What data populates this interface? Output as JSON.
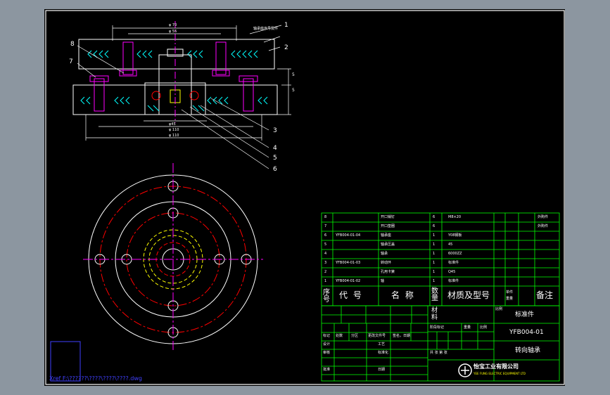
{
  "colors": {
    "background": "#8c96a0",
    "sheet": "#000000",
    "border": "#ffffff",
    "table_lines": "#00ff00",
    "outline": "#ffffff",
    "center_lines": "#ff00ff",
    "hidden_lines": "#ff0000",
    "bearing": "#ffff00",
    "hatch": "#00ffff",
    "table_text": "#ffffff",
    "xref_text": "#4040ff"
  },
  "section_view": {
    "callouts": [
      "1",
      "2",
      "3",
      "4",
      "5",
      "6",
      "7",
      "8"
    ],
    "top_note": "轴承座序号及件",
    "dimensions": {
      "top_1": "φ 70",
      "top_2": "φ 55",
      "right_1": "5",
      "right_2": "5",
      "bottom_1": "φ45",
      "bottom_2": "φ 110",
      "bottom_3": "φ 110"
    }
  },
  "parts_list": {
    "rows": [
      {
        "no": "8",
        "code": "",
        "name": "开口销钉",
        "qty": "6",
        "material": "M8×20",
        "note": "外购件"
      },
      {
        "no": "7",
        "code": "",
        "name": "开口垫圈",
        "qty": "6",
        "material": "",
        "note": "外购件"
      },
      {
        "no": "6",
        "code": "YFB004-01-04",
        "name": "轴承座",
        "qty": "1",
        "material": "Y08钢板",
        "note": ""
      },
      {
        "no": "5",
        "code": "",
        "name": "轴承压盖",
        "qty": "1",
        "material": "45",
        "note": ""
      },
      {
        "no": "4",
        "code": "",
        "name": "轴承",
        "qty": "1",
        "material": "6000ZZ",
        "note": ""
      },
      {
        "no": "3",
        "code": "YFB004-01-03",
        "name": "转动环",
        "qty": "1",
        "material": "标准件",
        "note": ""
      },
      {
        "no": "2",
        "code": "",
        "name": "孔用卡簧",
        "qty": "1",
        "material": "Q45",
        "note": ""
      },
      {
        "no": "1",
        "code": "YFB004-01-02",
        "name": "轴",
        "qty": "1",
        "material": "标准件",
        "note": ""
      }
    ],
    "header": {
      "no": "序号",
      "code": "代 号",
      "name": "名 称",
      "qty": "数量",
      "material": "材质及型号",
      "weight": "单件 重量",
      "note": "备注"
    }
  },
  "title_block": {
    "material_label": "材料",
    "scale_label": "比例",
    "std_part": "标准件",
    "drawing_no": "YFB004-01",
    "drawing_name": "转向轴承",
    "company_cn": "怡宝工业有限公司",
    "company_en": "YEE FUNG ELECTRIC EQUIPMENT LTD",
    "labels": {
      "mark": "标记",
      "count": "处数",
      "zone": "分区",
      "change_doc": "更改文件号",
      "signature": "签名，日期",
      "design": "设计",
      "check": "审核",
      "craft": "工艺",
      "approve": "批准",
      "standard": "标准化",
      "date": "日期",
      "stage_mark": "阶段标记",
      "weight": "重量",
      "scale": "比例",
      "sheet": "共 张 第 张"
    }
  },
  "xref": "Xref F:\\??????\\????\\????\\????.dwg"
}
